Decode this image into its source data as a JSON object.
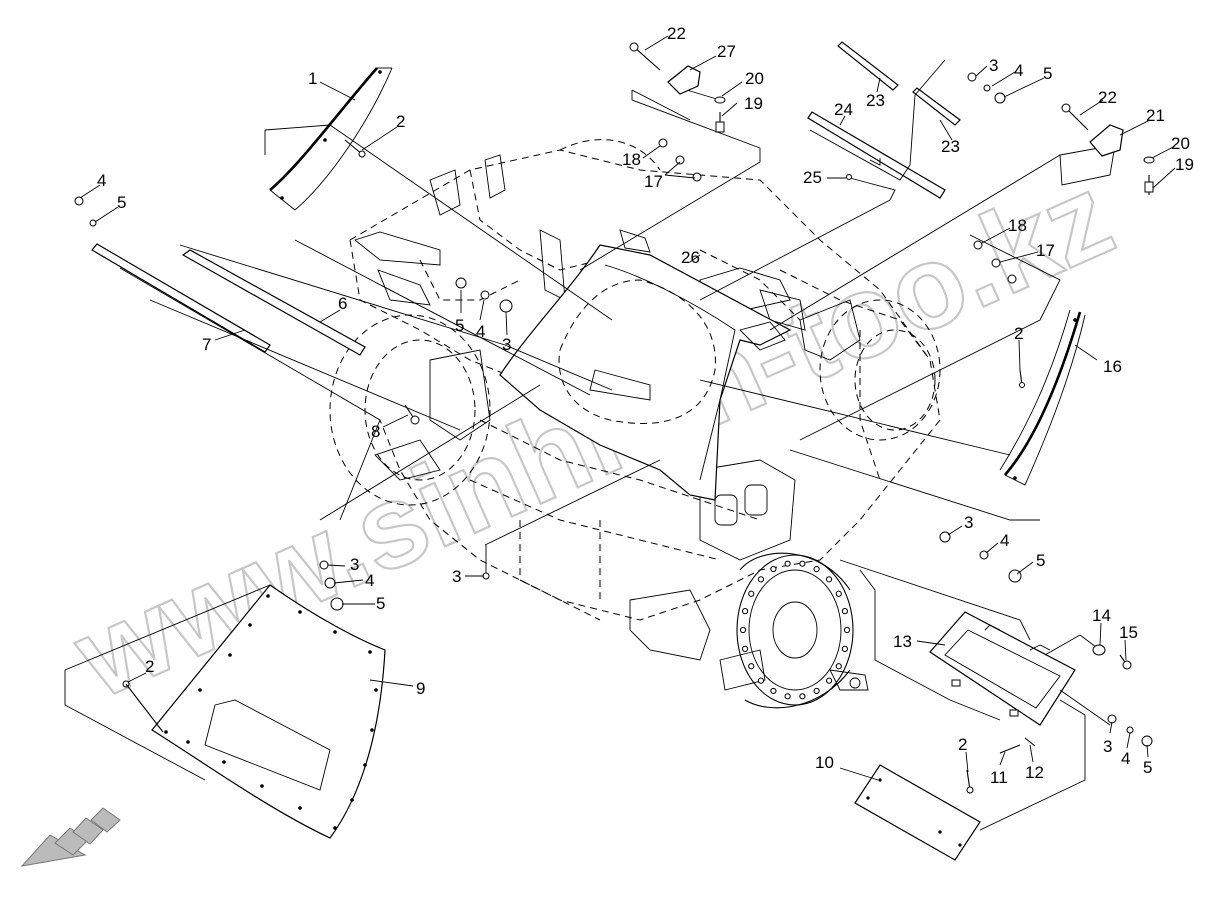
{
  "watermark": "www.sinhron-too.kz",
  "callouts": [
    {
      "id": "c1",
      "text": "1"
    },
    {
      "id": "c2a",
      "text": "2"
    },
    {
      "id": "c4a",
      "text": "4"
    },
    {
      "id": "c5a",
      "text": "5"
    },
    {
      "id": "c6",
      "text": "6"
    },
    {
      "id": "c7",
      "text": "7"
    },
    {
      "id": "c5b",
      "text": "5"
    },
    {
      "id": "c4b",
      "text": "4"
    },
    {
      "id": "c3b",
      "text": "3"
    },
    {
      "id": "c8",
      "text": "8"
    },
    {
      "id": "c22a",
      "text": "22"
    },
    {
      "id": "c27",
      "text": "27"
    },
    {
      "id": "c20a",
      "text": "20"
    },
    {
      "id": "c19a",
      "text": "19"
    },
    {
      "id": "c18a",
      "text": "18"
    },
    {
      "id": "c17a",
      "text": "17"
    },
    {
      "id": "c26",
      "text": "26"
    },
    {
      "id": "c23a",
      "text": "23"
    },
    {
      "id": "c24",
      "text": "24"
    },
    {
      "id": "c23b",
      "text": "23"
    },
    {
      "id": "c25",
      "text": "25"
    },
    {
      "id": "c3a",
      "text": "3"
    },
    {
      "id": "c4c",
      "text": "4"
    },
    {
      "id": "c5c",
      "text": "5"
    },
    {
      "id": "c22b",
      "text": "22"
    },
    {
      "id": "c21",
      "text": "21"
    },
    {
      "id": "c20b",
      "text": "20"
    },
    {
      "id": "c19b",
      "text": "19"
    },
    {
      "id": "c18b",
      "text": "18"
    },
    {
      "id": "c17b",
      "text": "17"
    },
    {
      "id": "c2b",
      "text": "2"
    },
    {
      "id": "c16",
      "text": "16"
    },
    {
      "id": "c3c",
      "text": "3"
    },
    {
      "id": "c4d",
      "text": "4"
    },
    {
      "id": "c5d",
      "text": "5"
    },
    {
      "id": "c3d",
      "text": "3"
    },
    {
      "id": "c3e",
      "text": "3"
    },
    {
      "id": "c4e",
      "text": "4"
    },
    {
      "id": "c5e",
      "text": "5"
    },
    {
      "id": "c2c",
      "text": "2"
    },
    {
      "id": "c9",
      "text": "9"
    },
    {
      "id": "c13",
      "text": "13"
    },
    {
      "id": "c14",
      "text": "14"
    },
    {
      "id": "c15",
      "text": "15"
    },
    {
      "id": "c3f",
      "text": "3"
    },
    {
      "id": "c4f",
      "text": "4"
    },
    {
      "id": "c5f",
      "text": "5"
    },
    {
      "id": "c11",
      "text": "11"
    },
    {
      "id": "c12",
      "text": "12"
    },
    {
      "id": "c2d",
      "text": "2"
    },
    {
      "id": "c10",
      "text": "10"
    }
  ]
}
